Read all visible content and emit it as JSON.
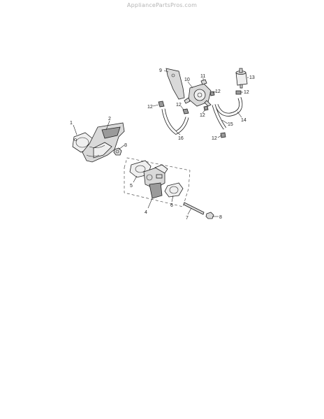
{
  "watermark": "AppliancePartsPros.com",
  "callouts": {
    "c1": "1",
    "c2": "2",
    "c3": "3",
    "c4": "4",
    "c5": "5",
    "c6": "6",
    "c7": "7",
    "c8": "8",
    "c9": "9",
    "c10": "10",
    "c11": "11",
    "c12a": "12",
    "c12b": "12",
    "c12c": "12",
    "c12d": "12",
    "c12e": "12",
    "c12f": "12",
    "c13": "13",
    "c14": "14",
    "c15": "15",
    "c16": "16"
  }
}
